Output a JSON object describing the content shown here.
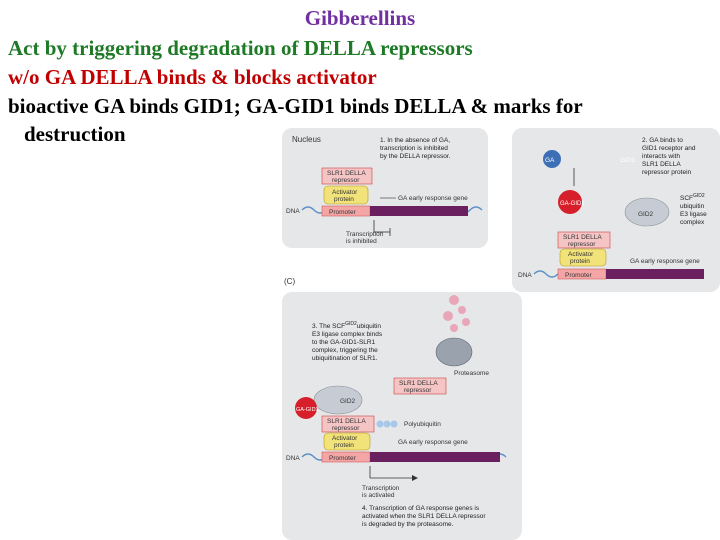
{
  "slide": {
    "title": "Gibberellins",
    "line1": "Act by triggering degradation of DELLA repressors",
    "line2": "w/o GA DELLA binds & blocks activator",
    "line3": "bioactive GA binds GID1; GA-GID1 binds DELLA & marks for",
    "line4": "destruction"
  },
  "panel1": {
    "nucleus": "Nucleus",
    "step": [
      "1. In the absence of GA,",
      "transcription is inhibited",
      "by the DELLA repressor."
    ],
    "della": [
      "SLR1 DELLA",
      "repressor"
    ],
    "activator": [
      "Activator",
      "protein"
    ],
    "promoter": "Promoter",
    "gene": "GA early response gene",
    "dna": "DNA",
    "inhibited": [
      "Transcription",
      "is inhibited"
    ]
  },
  "panel2": {
    "ga": "GA",
    "gid1": "GID1",
    "ga_gid1": "GA-GID1",
    "gid2": "GID2",
    "step": [
      "2. GA binds to",
      "GID1 receptor and",
      "interacts with",
      "SLR1 DELLA",
      "repressor protein"
    ],
    "scf": [
      "SCF",
      "ubiquitin",
      "E3 ligase",
      "complex"
    ],
    "scf_sup": "GID2",
    "della": [
      "SLR1 DELLA",
      "repressor"
    ],
    "activator": [
      "Activator",
      "protein"
    ],
    "promoter": "Promoter",
    "gene": "GA early response gene",
    "dna": "DNA"
  },
  "panel3": {
    "label": "(C)",
    "step": [
      "3. The SCF",
      "ubiquitin",
      "E3 ligase complex binds",
      "to the GA-GID1-SLR1",
      "complex, triggering the",
      "ubiquitination of SLR1."
    ],
    "step_sup": "GID2",
    "proteasome": "Proteasome",
    "della": [
      "SLR1 DELLA",
      "repressor"
    ],
    "gid2": "GID2",
    "ga_gid1": "GA-GID1",
    "della2": [
      "SLR1 DELLA",
      "repressor"
    ],
    "polyubiquitin": "Polyubiquitin",
    "activator": [
      "Activator",
      "protein"
    ],
    "gene": "GA early response gene",
    "promoter": "Promoter",
    "dna": "DNA",
    "activated": [
      "Transcription",
      "is activated"
    ],
    "step4": [
      "4. Transcription of GA response genes is",
      "activated when the SLR1 DELLA repressor",
      "is degraded by the proteasome."
    ]
  }
}
